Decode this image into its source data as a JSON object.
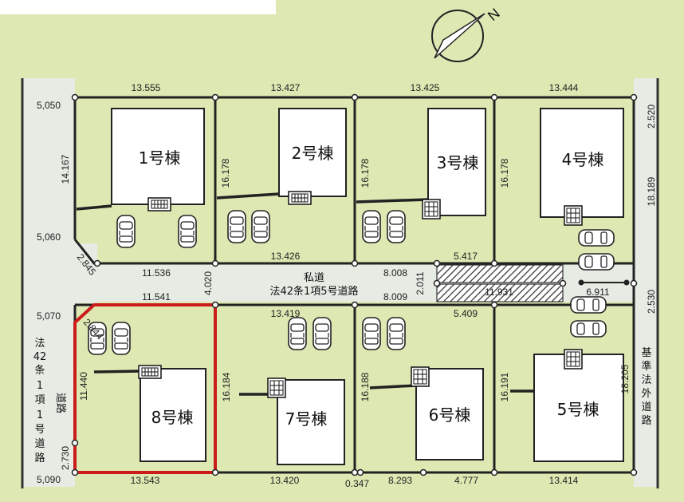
{
  "north_label": "N",
  "buildings": {
    "b1": "1号棟",
    "b2": "2号棟",
    "b3": "3号棟",
    "b4": "4号棟",
    "b5": "5号棟",
    "b6": "6号棟",
    "b7": "7号棟",
    "b8": "8号棟"
  },
  "roads": {
    "private_title": "私道",
    "private_sub": "法42条1項5号道路",
    "left_road": [
      "法",
      "42",
      "条",
      "1",
      "項",
      "1",
      "号",
      "道",
      "路"
    ],
    "left_road_side": "道路",
    "right_road": [
      "基",
      "準",
      "法",
      "外",
      "道",
      "路"
    ]
  },
  "dims": {
    "top1": "13.555",
    "top2": "13.427",
    "top3": "13.425",
    "top4": "13.444",
    "left_a": "5,050",
    "left_b": "5,060",
    "left_c": "5,070",
    "left_d": "5,090",
    "v_1": "14.167",
    "v_2": "16.178",
    "v_3": "16.178",
    "v_4": "16.178",
    "v_4r": "18.189",
    "r_top": "2.520",
    "r_mid": "2.530",
    "diag_top": "2.845",
    "diag_bot": "2.844",
    "road_w": "4.020",
    "road_w2": "2.011",
    "mid_a": "11.536",
    "mid_b": "11.541",
    "mid_c": "13.426",
    "mid_d": "8.008",
    "mid_e": "8.009",
    "mid_f": "5.417",
    "mid_g": "5.409",
    "mid_h": "11.931",
    "mid_i": "6.911",
    "mid_j": "13.419",
    "v_8": "11.440",
    "v_8b": "2.730",
    "v_7": "16.184",
    "v_6": "16.188",
    "v_5": "16.191",
    "v_5r": "18.205",
    "bot1": "13.543",
    "bot2": "13.420",
    "bot3": "0.347",
    "bot4": "8.293",
    "bot5": "4.777",
    "bot6": "13.414"
  },
  "colors": {
    "background": "#dde8b3",
    "highlight": "#cc1b1b",
    "road": "#e6ebe4",
    "line": "#222222"
  }
}
